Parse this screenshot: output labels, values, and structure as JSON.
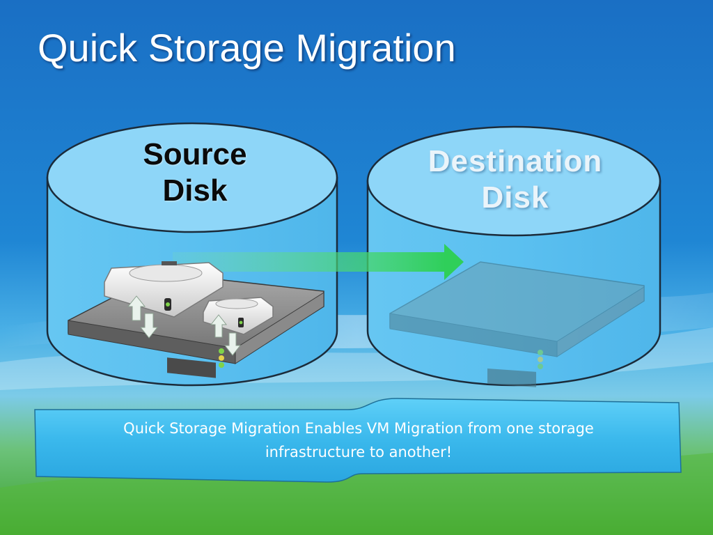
{
  "slide": {
    "title": "Quick Storage Migration",
    "source_disk": {
      "line1": "Source",
      "line2": "Disk"
    },
    "destination_disk": {
      "line1": "Destination",
      "line2": "Disk"
    },
    "caption": {
      "line1": "Quick Storage Migration Enables VM Migration from one storage",
      "line2": "infrastructure to another!"
    }
  },
  "colors": {
    "background_top": "#1a6fc4",
    "background_bottom": "#3aa02a",
    "disk_fill": "#5bc0f0",
    "arrow": "#3ed36a",
    "caption_box": "#3ab8ec"
  },
  "icons": [
    "server-rack-icon",
    "hard-drive-icon",
    "transfer-arrows-icon",
    "migration-arrow-icon"
  ]
}
